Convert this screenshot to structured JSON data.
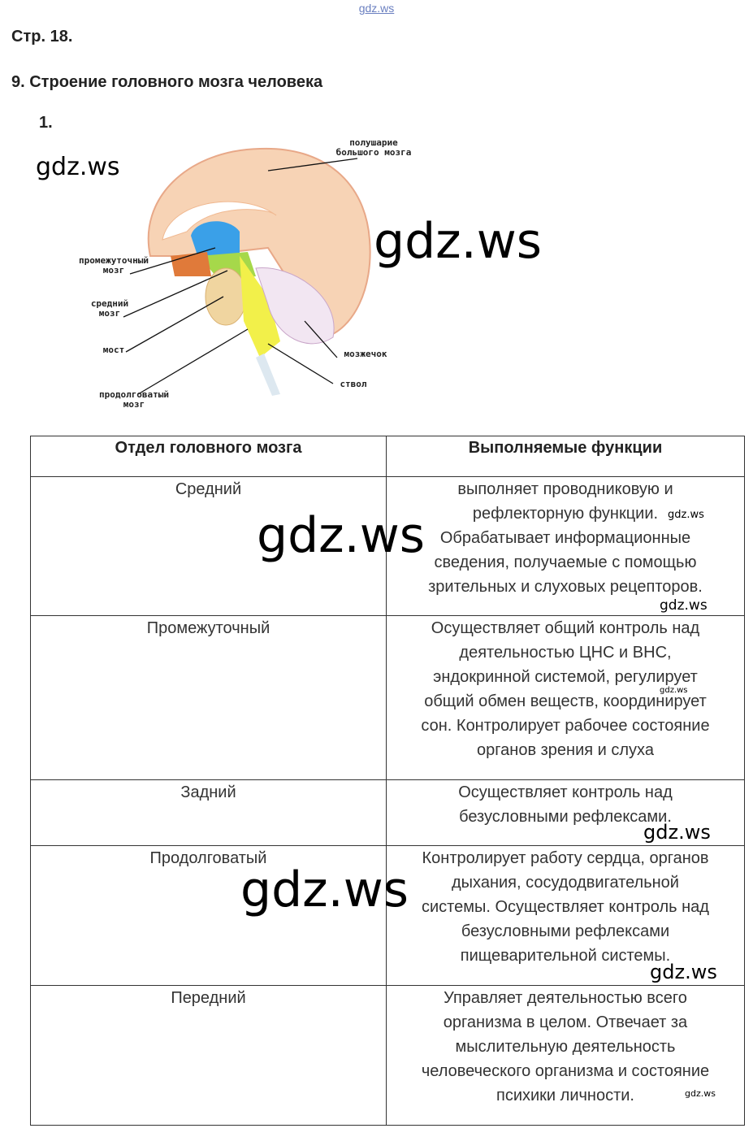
{
  "watermark": "gdz.ws",
  "page_label": "Стр. 18.",
  "section_title": "9. Строение головного мозга человека",
  "item_number": "1.",
  "diagram": {
    "labels": {
      "hemisphere": "полушарие\nбольшого мозга",
      "diencephalon": "промежуточный\nмозг",
      "midbrain": "средний\nмозг",
      "pons": "мост",
      "medulla": "продолговатый\nмозг",
      "cerebellum": "мозжечок",
      "stem": "ствол"
    }
  },
  "table": {
    "headers": [
      "Отдел головного мозга",
      "Выполняемые функции"
    ],
    "rows": [
      {
        "section": "Средний",
        "functions": "выполняет проводниковую и\nрефлекторную функции.\nОбрабатывает информационные\nсведения, получаемые с помощью\nзрительных и слуховых рецепторов."
      },
      {
        "section": "Промежуточный",
        "functions": "Осуществляет общий контроль над\nдеятельностью ЦНС и ВНС,\nэндокринной системой, регулирует\nобщий обмен веществ, координирует\nсон. Контролирует рабочее состояние\nорганов зрения и слуха"
      },
      {
        "section": "Задний",
        "functions": "Осуществляет контроль над\nбезусловными рефлексами."
      },
      {
        "section": "Продолговатый",
        "functions": "Контролирует работу сердца, органов\nдыхания, сосудодвигательной\nсистемы. Осуществляет контроль над\nбезусловными рефлексами\nпищеварительной системы."
      },
      {
        "section": "Передний",
        "functions": "Управляет деятельностью всего\nорганизма в целом. Отвечает за\nмыслительную деятельность\nчеловеческого организма и состояние\nпсихики личности."
      }
    ]
  }
}
